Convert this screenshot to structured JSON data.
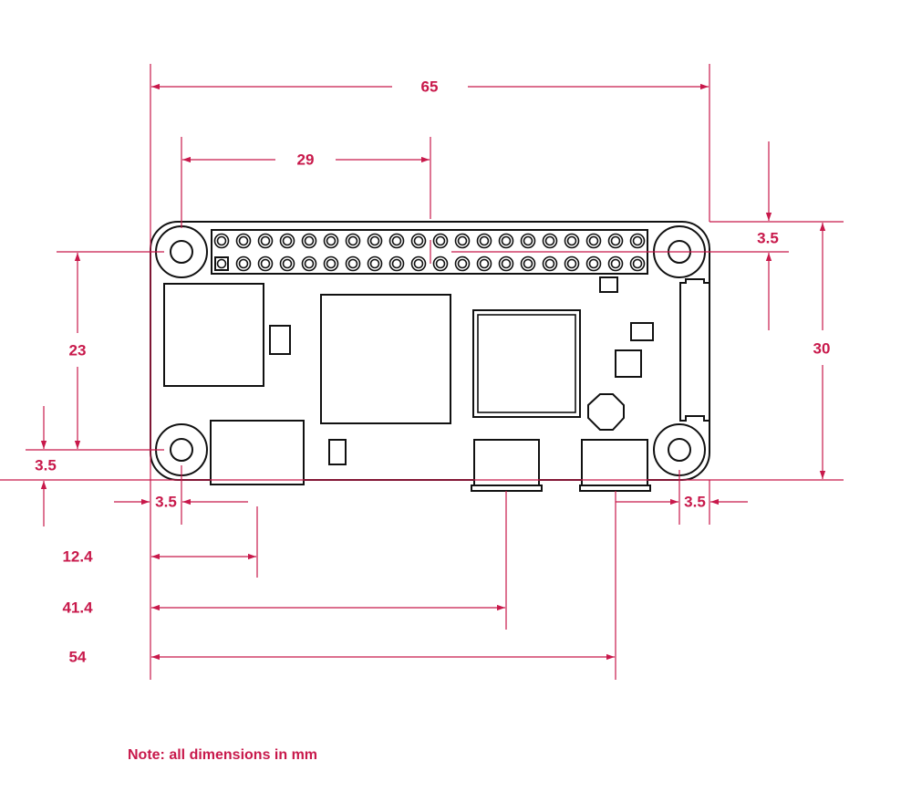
{
  "title": "Raspberry Pi Zero mechanical drawing",
  "dimensions": {
    "overall_width": "65",
    "header_offset": "29",
    "top_hole_offset": "3.5",
    "overall_height": "30",
    "hole_spacing_vertical": "23",
    "left_bottom_hole_offset": "3.5",
    "bottom_left_hole_x": "3.5",
    "mini_hdmi_center": "12.4",
    "usb_center": "41.4",
    "power_usb_center": "54",
    "bottom_right_hole_x": "3.5"
  },
  "note": "Note: all dimensions in mm",
  "colors": {
    "dimension": "#c8194b",
    "outline": "#111111"
  }
}
